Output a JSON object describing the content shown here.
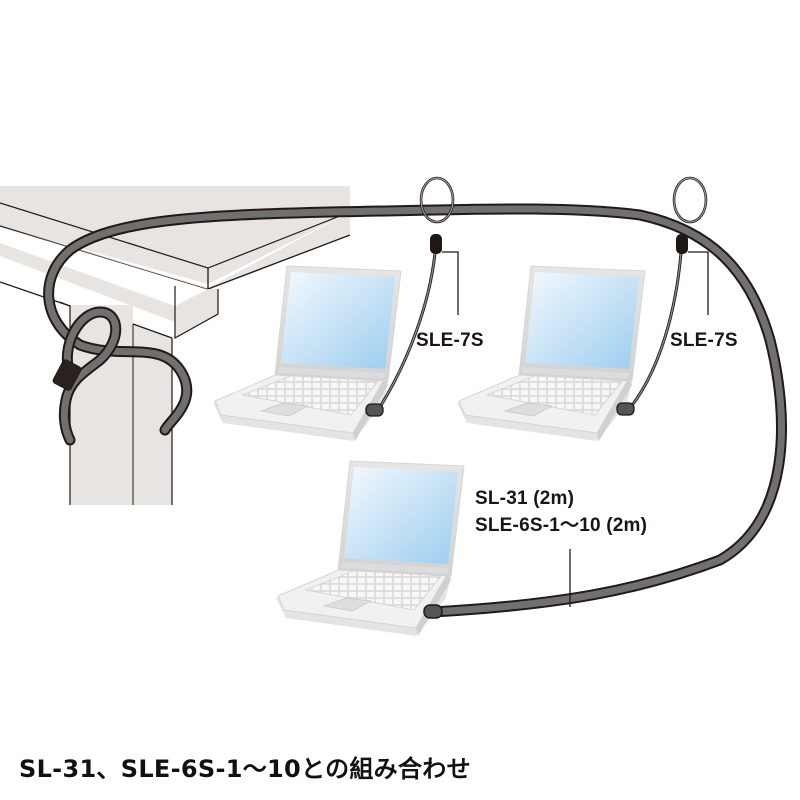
{
  "diagram": {
    "type": "product-usage-illustration",
    "labels": {
      "lock_left": "SLE-7S",
      "lock_right": "SLE-7S",
      "main_cable_line1": "SL-31 (2m)",
      "main_cable_line2": "SLE-6S-1～10 (2m)"
    },
    "caption": "SL-31、SLE-6S-1～10との組み合わせ",
    "components": [
      {
        "id": "desk",
        "description": "desk corner with leg"
      },
      {
        "id": "main-cable",
        "model": "SL-31 / SLE-6S-1～10",
        "length": "2m"
      },
      {
        "id": "laptop-1",
        "lock": "SLE-7S"
      },
      {
        "id": "laptop-2",
        "lock": "SLE-7S"
      },
      {
        "id": "laptop-3",
        "lock": "SL-31 / SLE-6S-1～10"
      }
    ],
    "colors": {
      "desk_fill": "#e8e4e1",
      "desk_stroke": "#231815",
      "cable_fill": "#6e6e6e",
      "cable_stroke": "#231815",
      "screen_light": "#eef6fc",
      "screen_dark": "#a9d3f0",
      "laptop_body": "#ececec",
      "text": "#1a1413"
    }
  }
}
